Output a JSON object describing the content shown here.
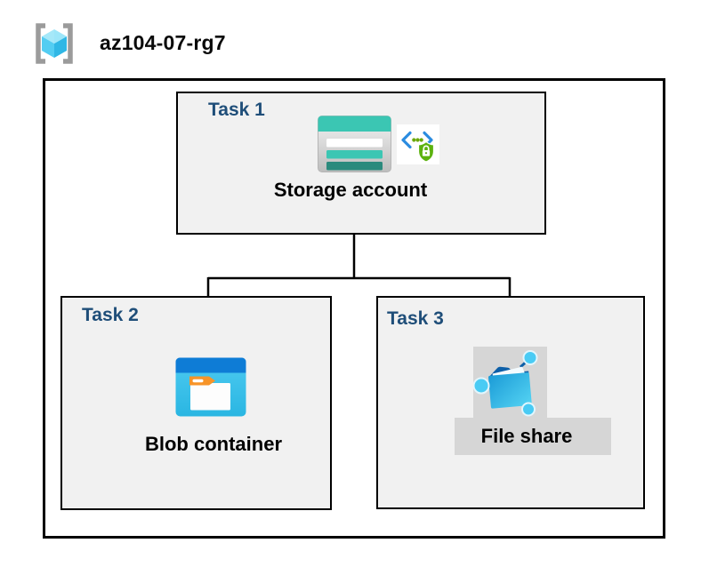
{
  "header": {
    "title": "az104-07-rg7"
  },
  "tasks": [
    {
      "label": "Task 1",
      "resource": "Storage account"
    },
    {
      "label": "Task 2",
      "resource": "Blob container"
    },
    {
      "label": "Task 3",
      "resource": "File share"
    }
  ],
  "icons": {
    "header": "resource-group-icon",
    "task1": [
      "storage-account-icon",
      "sas-shield-icon"
    ],
    "task2": [
      "blob-container-icon"
    ],
    "task3": [
      "file-share-icon"
    ]
  },
  "colors": {
    "task_label": "#1F4E79",
    "box_fill": "#F1F1F1",
    "box_border": "#000000",
    "storage_teal": "#3BC6B3",
    "storage_teal_dark": "#2B8A7D",
    "blob_blue": "#0E7CD6",
    "folder_orange": "#F79428",
    "share_blue_dark": "#0D5FA8",
    "share_cyan": "#49CBF4",
    "shield_green": "#5CB20F",
    "bracket_blue": "#2B8CE0",
    "dot_green": "#6CA80C",
    "bracket_gray": "#9B9B9B",
    "icon_backdrop_gray": "#D6D6D6"
  }
}
